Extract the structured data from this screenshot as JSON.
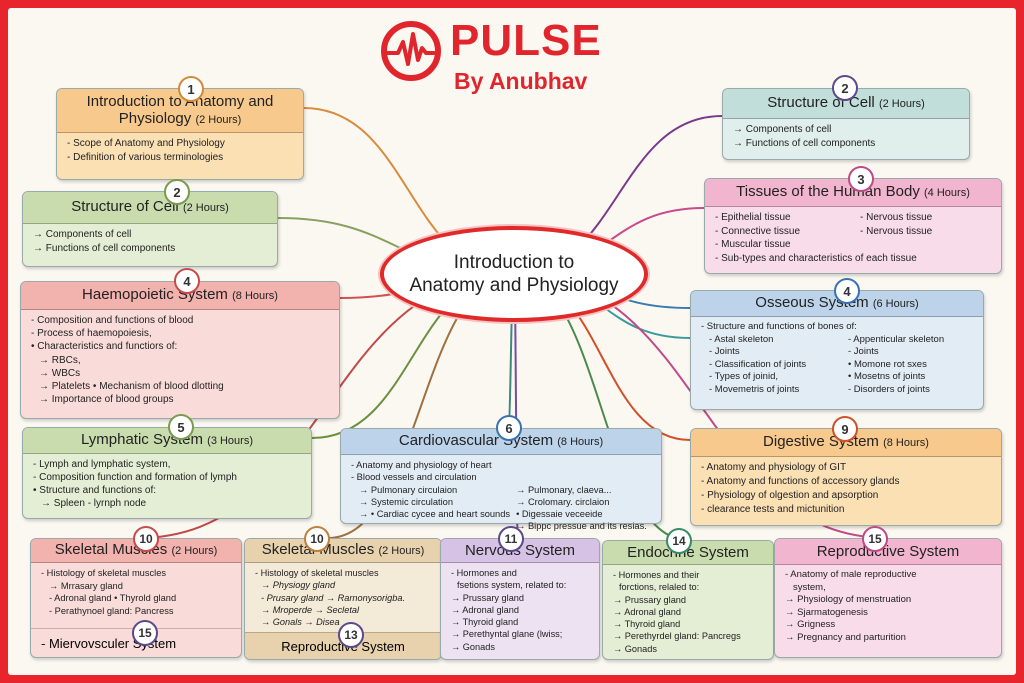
{
  "logo": {
    "title": "PULSE",
    "subtitle": "By Anubhav",
    "icon": "pulse-heartbeat-icon"
  },
  "center": {
    "line1": "Introduction to",
    "line2": "Anatomy and Physiology"
  },
  "b1": {
    "num": "1",
    "title": "Introduction to Anatomy and Physiology",
    "hours": "(2 Hours)",
    "items": [
      "- Scope of Anatomy and Physiology",
      "- Definition of various terminologies"
    ]
  },
  "b2l": {
    "num": "2",
    "title": "Structure of Cell",
    "hours": "(2 Hours)",
    "items": [
      "→ Components of cell",
      "→ Functions of cell components"
    ]
  },
  "b4l": {
    "num": "4",
    "title": "Haemopoietic System",
    "hours": "(8 Hours)",
    "items": [
      "- Composition and functions of blood",
      "- Process of haemopoiesis,",
      "• Characteristics and functiors of:",
      "→ RBCs,",
      "→ WBCs",
      "→ Platelets      • Mechanism of blood dlotting",
      "→ Importance of blood groups"
    ]
  },
  "b5": {
    "num": "5",
    "title": "Lymphatic System",
    "hours": "(3 Hours)",
    "items": [
      "- Lymph and lymphatic system,",
      "- Composition function and formation of lymph",
      "• Structure and functions of:",
      "→ Spleen    - lyrnph node"
    ]
  },
  "b2r": {
    "num": "2",
    "title": "Structure of Cell",
    "hours": "(2 Hours)",
    "items": [
      "→ Components of cell",
      "→ Functions of cell components"
    ]
  },
  "b3": {
    "num": "3",
    "title": "Tissues of the Human Body",
    "hours": "(4 Hours)",
    "left": [
      "- Epithelial tissue",
      "- Connective tissue"
    ],
    "right": [
      "- Nervous tissue",
      "- Nervous tissue"
    ],
    "items": [
      "- Muscular tissue",
      "- Sub-types and characteristics of each tissue"
    ]
  },
  "b4r": {
    "num": "4",
    "title": "Osseous System",
    "hours": "(6 Hours)",
    "intro": "- Structure and functions of bones of:",
    "left": [
      "- Astal skeleton",
      "- Joints",
      "- Classification of joints",
      "- Types of joinid,",
      "- Movemetris of joints"
    ],
    "right": [
      "- Appenticular skeleton",
      "- Joints",
      "• Momone rot sxes",
      "• Mosetns of joints",
      "- Disorders of joints"
    ]
  },
  "b6": {
    "num": "6",
    "title": "Cardiovascular System",
    "hours": "(8 Hours)",
    "intro": [
      "- Anatomy and physiology of heart",
      "- Blood vessels and circulation"
    ],
    "left": [
      "→ Pulmonary circulaion",
      "→ Systemic circulation",
      "→ • Cardiac cycee and heart sounds"
    ],
    "right": [
      "→ Pulmonary, claeva...",
      "→ Crolomary. circlaion",
      "• Digessaie veceeide",
      "→ Bippc pressue and its resias."
    ]
  },
  "b9": {
    "num": "9",
    "title": "Digestive System",
    "hours": "(8 Hours)",
    "items": [
      "- Anatomy and physiology of GIT",
      "- Anatomy and functions of accessory glands",
      "- Physiology of olgestion and apsorption",
      "- clearance tests and mictunition"
    ]
  },
  "b10a": {
    "num": "10",
    "title": "Skeletal Muscles",
    "hours": "(2 Hours)",
    "items": [
      "- Histology of skeletal muscles",
      "→ Mrrasary gland",
      "- Adronal gland    • Thyrold gland",
      "- Perathynoel gland: Pancress"
    ],
    "foot_num": "15",
    "foot": "- Miervovsculer System"
  },
  "b10b": {
    "num": "10",
    "title": "Skeletal Muscles",
    "hours": "(2 Hours)",
    "items": [
      "- Histology of skeletal muscles",
      "→ Physiogy gland",
      "- Prusary gland   → Rarnonysorigba.",
      "→ Mroperde        → Secletal",
      "→ Gonals          → Disea"
    ],
    "foot_num": "13",
    "foot": "Reproductive System"
  },
  "b11": {
    "num": "11",
    "title": "Nervous System",
    "items": [
      "- Hormones and",
      "fsetions system, related to:",
      "→ Prussary gland",
      "→ Adronal gland",
      "→ Thyroid gland",
      "→ Perethyntal glane (lwiss;",
      "→ Gonads"
    ]
  },
  "b14": {
    "num": "14",
    "title": "Endocrine System",
    "items": [
      "- Hormones and their",
      "forctions, relaled to:",
      "→ Prussary gland",
      "→ Adronal gland",
      "→ Thyroid gland",
      "→ Perethyrdel gland: Pancregs",
      "→ Gonads"
    ]
  },
  "b15": {
    "num": "15",
    "title": "Reproductive System",
    "items": [
      "- Anatomy of male reproductive",
      "system,",
      "→ Physiology of menstruation",
      "→ Sjarmatogenesis",
      "→ Grigness",
      "→ Pregnancy and parturition"
    ]
  },
  "colors": {
    "frame": "#e8242c",
    "logo": "#e0262c",
    "center_border": "#e02a2a"
  }
}
